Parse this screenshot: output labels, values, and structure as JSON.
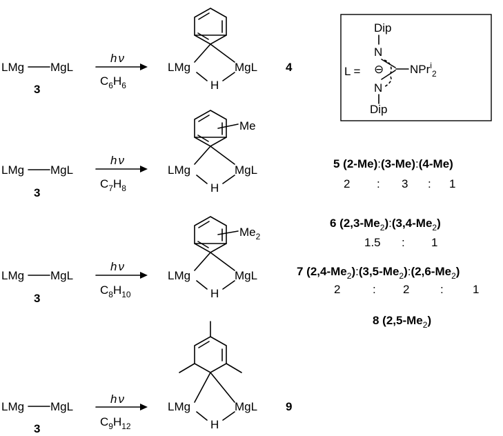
{
  "reagent": {
    "lmg": "LMg",
    "mgl": "MgL",
    "label": "3"
  },
  "product": {
    "lmg": "LMg",
    "mgl": "MgL",
    "h": "H"
  },
  "hv": {
    "h": "h",
    "nu": "ν"
  },
  "reactions": [
    {
      "solvent": [
        [
          "C",
          ""
        ],
        [
          "6",
          "sub"
        ],
        [
          "H",
          ""
        ],
        [
          "6",
          "sub"
        ]
      ],
      "product_label": "4"
    },
    {
      "solvent": [
        [
          "C",
          ""
        ],
        [
          "7",
          "sub"
        ],
        [
          "H",
          ""
        ],
        [
          "8",
          "sub"
        ]
      ],
      "substituent": "Me"
    },
    {
      "solvent": [
        [
          "C",
          ""
        ],
        [
          "8",
          "sub"
        ],
        [
          "H",
          ""
        ],
        [
          "10",
          "sub"
        ]
      ],
      "substituent": "Me",
      "substituent_sub": "2"
    },
    {
      "solvent": [
        [
          "C",
          ""
        ],
        [
          "9",
          "sub"
        ],
        [
          "H",
          ""
        ],
        [
          "12",
          "sub"
        ]
      ],
      "product_label": "9"
    }
  ],
  "ligand": {
    "prefix": "L =",
    "dip_top": "Dip",
    "dip_bottom": "Dip",
    "n_top": "N",
    "n_bottom": "N",
    "charge": "⊖",
    "amine": [
      [
        "NPr",
        ""
      ],
      [
        "i",
        "sup"
      ],
      [
        "2",
        "sub"
      ]
    ]
  },
  "ratios": {
    "r5": {
      "line": [
        [
          "5 (2-Me)",
          "bold"
        ],
        [
          ":",
          ""
        ],
        [
          "(3-Me)",
          "bold"
        ],
        [
          ":",
          ""
        ],
        [
          "(4-Me)",
          "bold"
        ]
      ],
      "values": [
        "2",
        ":",
        "3",
        ":",
        "1"
      ]
    },
    "r6": {
      "line": [
        [
          "6 (2,3-Me",
          "bold"
        ],
        [
          "2",
          "sub"
        ],
        [
          ")",
          "bold"
        ],
        [
          ":",
          ""
        ],
        [
          "(3,4-Me",
          "bold"
        ],
        [
          "2",
          "sub"
        ],
        [
          ")",
          "bold"
        ]
      ],
      "values": [
        "1.5",
        ":",
        "1"
      ]
    },
    "r7": {
      "line": [
        [
          "7 (2,4-Me",
          "bold"
        ],
        [
          "2",
          "sub"
        ],
        [
          ")",
          "bold"
        ],
        [
          ":",
          ""
        ],
        [
          "(3,5-Me",
          "bold"
        ],
        [
          "2",
          "sub"
        ],
        [
          ")",
          "bold"
        ],
        [
          ":",
          ""
        ],
        [
          "(2,6-Me",
          "bold"
        ],
        [
          "2",
          "sub"
        ],
        [
          ")",
          "bold"
        ]
      ],
      "values": [
        "2",
        ":",
        "2",
        ":",
        "1"
      ]
    },
    "r8": {
      "line": [
        [
          "8 (2,5-Me",
          "bold"
        ],
        [
          "2",
          "sub"
        ],
        [
          ")",
          "bold"
        ]
      ]
    }
  }
}
